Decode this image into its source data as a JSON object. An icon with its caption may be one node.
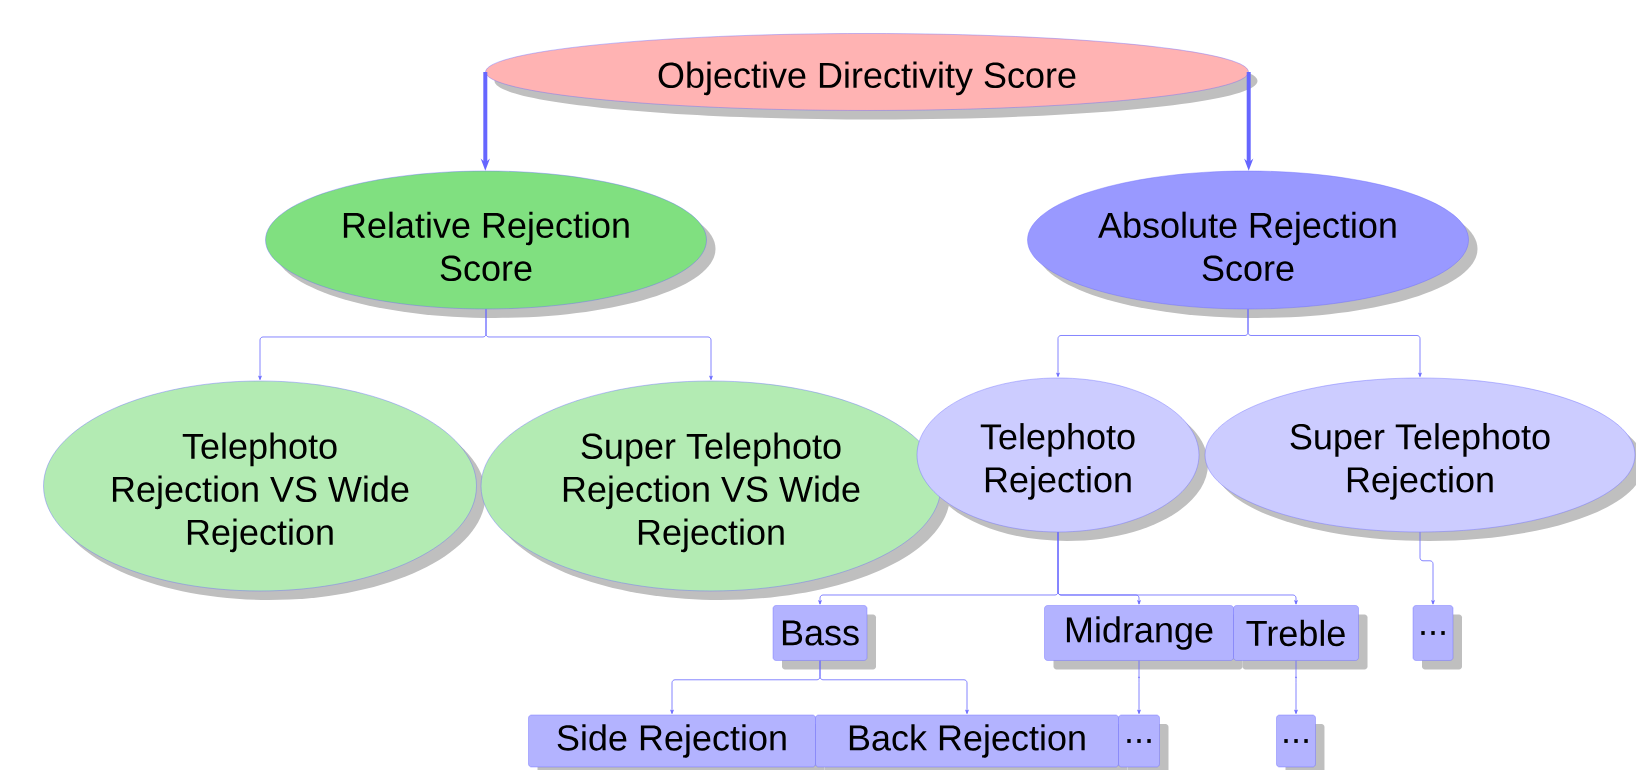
{
  "diagram": {
    "nodes": [
      {
        "text": [
          "Objective Directivity Score"
        ]
      },
      {
        "text": [
          "Relative Rejection Score"
        ]
      },
      {
        "text": [
          "Absolute Rejection Score"
        ]
      },
      {
        "text": [
          "Telephoto Rejection VS Wide Rejection"
        ]
      },
      {
        "text": [
          "Super Telephoto Rejection VS Wide Rejection"
        ]
      },
      {
        "text": [
          "Telephoto Rejection"
        ]
      },
      {
        "text": [
          "Super Telephoto Rejection"
        ]
      },
      {
        "text": [
          "Bass"
        ]
      },
      {
        "text": [
          "Midrange"
        ]
      },
      {
        "text": [
          "Treble"
        ]
      },
      {
        "text": [
          "..."
        ]
      },
      {
        "text": [
          "Side Rejection"
        ]
      },
      {
        "text": [
          "Back Rejection"
        ]
      },
      {
        "text": [
          "..."
        ]
      },
      {
        "text": [
          "..."
        ]
      }
    ],
    "edges": [
      {
        "from": 0,
        "to": 1,
        "arrow": "to",
        "style": "thick"
      },
      {
        "from": 0,
        "to": 2,
        "arrow": "to",
        "style": "thick"
      },
      {
        "from": 1,
        "to": 3,
        "arrow": "to"
      },
      {
        "from": 1,
        "to": 4,
        "arrow": "to"
      },
      {
        "from": 2,
        "to": 5,
        "arrow": "to"
      },
      {
        "from": 2,
        "to": 6,
        "arrow": "to"
      },
      {
        "from": 5,
        "to": 7,
        "arrow": "to"
      },
      {
        "from": 5,
        "to": 8,
        "arrow": "to"
      },
      {
        "from": 5,
        "to": 9,
        "arrow": "to"
      },
      {
        "from": 6,
        "to": 10,
        "arrow": "to"
      },
      {
        "from": 7,
        "to": 11,
        "arrow": "to"
      },
      {
        "from": 7,
        "to": 12,
        "arrow": "to"
      },
      {
        "from": 8,
        "to": 13,
        "arrow": "to"
      },
      {
        "from": 9,
        "to": 14,
        "arrow": "to"
      }
    ]
  }
}
